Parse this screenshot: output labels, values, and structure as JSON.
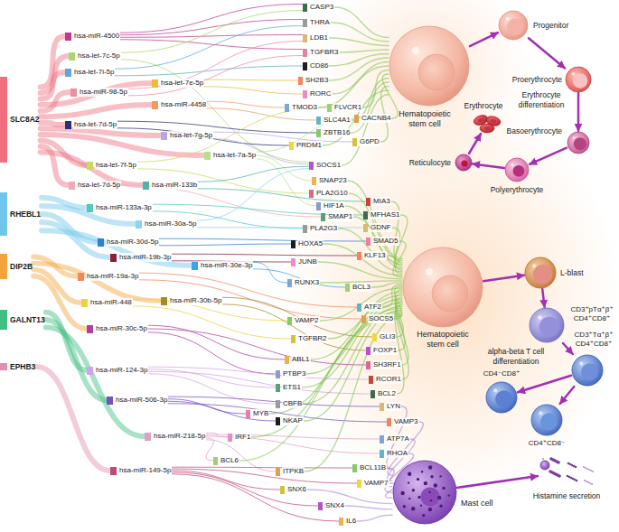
{
  "diagram": {
    "nodes": [
      {
        "text": [
          "SLC8A2"
        ]
      },
      {
        "text": [
          "RHEBL1"
        ]
      },
      {
        "text": [
          "DIP2B"
        ]
      },
      {
        "text": [
          "GALNT13"
        ]
      },
      {
        "text": [
          "EPHB3"
        ]
      },
      {
        "text": [
          "hsa-miR-4500"
        ]
      },
      {
        "text": [
          "hsa-let-7c-5p"
        ]
      },
      {
        "text": [
          "hsa-let-7i-5p"
        ]
      },
      {
        "text": [
          "hsa-miR-98-5p"
        ]
      },
      {
        "text": [
          "hsa-let-7e-5p"
        ]
      },
      {
        "text": [
          "hsa-miR-4458"
        ]
      },
      {
        "text": [
          "hsa-let-7d-5p"
        ]
      },
      {
        "text": [
          "hsa-let-7g-5p"
        ]
      },
      {
        "text": [
          "hsa-let-7a-5p"
        ]
      },
      {
        "text": [
          "hsa-let-7f-5p"
        ]
      },
      {
        "text": [
          "hsa-let-7d-5p"
        ]
      },
      {
        "text": [
          "hsa-miR-133b"
        ]
      },
      {
        "text": [
          "hsa-miR-133a-3p"
        ]
      },
      {
        "text": [
          "hsa-miR-30a-5p"
        ]
      },
      {
        "text": [
          "hsa-miR-30d-5p"
        ]
      },
      {
        "text": [
          "hsa-miR-19b-3p"
        ]
      },
      {
        "text": [
          "hsa-miR-30e-3p"
        ]
      },
      {
        "text": [
          "hsa-miR-19a-3p"
        ]
      },
      {
        "text": [
          "hsa-miR-448"
        ]
      },
      {
        "text": [
          "hsa-miR-30b-5p"
        ]
      },
      {
        "text": [
          "hsa-miR-30c-5p"
        ]
      },
      {
        "text": [
          "hsa-miR-124-3p"
        ]
      },
      {
        "text": [
          "hsa-miR-506-3p"
        ]
      },
      {
        "text": [
          "hsa-miR-218-5p"
        ]
      },
      {
        "text": [
          "hsa-miR-149-5p"
        ]
      },
      {
        "text": [
          "CASP3"
        ]
      },
      {
        "text": [
          "THRA"
        ]
      },
      {
        "text": [
          "LDB1"
        ]
      },
      {
        "text": [
          "TGFBR3"
        ]
      },
      {
        "text": [
          "CD86"
        ]
      },
      {
        "text": [
          "SH2B3"
        ]
      },
      {
        "text": [
          "RORC"
        ]
      },
      {
        "text": [
          "TMOD3"
        ]
      },
      {
        "text": [
          "FLVCR1"
        ]
      },
      {
        "text": [
          "SLC4A1"
        ]
      },
      {
        "text": [
          "CACNB4"
        ]
      },
      {
        "text": [
          "ZBTB16"
        ]
      },
      {
        "text": [
          "G6PD"
        ]
      },
      {
        "text": [
          "PRDM1"
        ]
      },
      {
        "text": [
          "SOCS1"
        ]
      },
      {
        "text": [
          "SNAP23"
        ]
      },
      {
        "text": [
          "PLA2G10"
        ]
      },
      {
        "text": [
          "HIF1A"
        ]
      },
      {
        "text": [
          "MIA3"
        ]
      },
      {
        "text": [
          "SMAP1"
        ]
      },
      {
        "text": [
          "MFHAS1"
        ]
      },
      {
        "text": [
          "PLA2G3"
        ]
      },
      {
        "text": [
          "GDNF"
        ]
      },
      {
        "text": [
          "SMAD5"
        ]
      },
      {
        "text": [
          "HOXA5"
        ]
      },
      {
        "text": [
          "KLF13"
        ]
      },
      {
        "text": [
          "JUNB"
        ]
      },
      {
        "text": [
          "RUNX3"
        ]
      },
      {
        "text": [
          "BCL3"
        ]
      },
      {
        "text": [
          "ATF2"
        ]
      },
      {
        "text": [
          "SOCS5"
        ]
      },
      {
        "text": [
          "VAMP2"
        ]
      },
      {
        "text": [
          "TGFBR2"
        ]
      },
      {
        "text": [
          "GLI3"
        ]
      },
      {
        "text": [
          "FOXP1"
        ]
      },
      {
        "text": [
          "ABL1"
        ]
      },
      {
        "text": [
          "SH3RF1"
        ]
      },
      {
        "text": [
          "PTBP3"
        ]
      },
      {
        "text": [
          "RCOR1"
        ]
      },
      {
        "text": [
          "ETS1"
        ]
      },
      {
        "text": [
          "BCL2"
        ]
      },
      {
        "text": [
          "CBFB"
        ]
      },
      {
        "text": [
          "LYN"
        ]
      },
      {
        "text": [
          "MYB"
        ]
      },
      {
        "text": [
          "NKAP"
        ]
      },
      {
        "text": [
          "VAMP3"
        ]
      },
      {
        "text": [
          "IRF1"
        ]
      },
      {
        "text": [
          "ATP7A"
        ]
      },
      {
        "text": [
          "BCL6"
        ]
      },
      {
        "text": [
          "RHOA"
        ]
      },
      {
        "text": [
          "ITPKB"
        ]
      },
      {
        "text": [
          "BCL11B"
        ]
      },
      {
        "text": [
          "SNX6"
        ]
      },
      {
        "text": [
          "VAMP7"
        ]
      },
      {
        "text": [
          "SNX4"
        ]
      },
      {
        "text": [
          "IL6"
        ]
      },
      {
        "text": [
          "Hematopoietic stem cell"
        ]
      },
      {
        "text": [
          "Progenitor"
        ]
      },
      {
        "text": [
          "Proerythrocyte"
        ]
      },
      {
        "text": [
          "Basoerythrocyte"
        ]
      },
      {
        "text": [
          "Polyerythrocyte"
        ]
      },
      {
        "text": [
          "Reticulocyte"
        ]
      },
      {
        "text": [
          "Erythrocyte"
        ]
      },
      {
        "text": [
          "Hematopoietic stem cell"
        ]
      },
      {
        "text": [
          "L-blast"
        ]
      },
      {
        "text": [
          "CD3⁺pTα⁺β⁺ CD4⁺CD8⁺"
        ]
      },
      {
        "text": [
          "CD3⁺Tα⁺β⁺ CD4⁺CD8⁺"
        ]
      },
      {
        "text": [
          "CD4⁻CD8⁺"
        ]
      },
      {
        "text": [
          "CD4⁺CD8⁻"
        ]
      },
      {
        "text": [
          "Mast cell"
        ]
      },
      {
        "text": [
          "Histamine secretion"
        ]
      }
    ],
    "edges": [
      {
        "from": 0,
        "to": 5,
        "arrow": "none"
      },
      {
        "from": 0,
        "to": 6,
        "arrow": "none"
      },
      {
        "from": 0,
        "to": 7,
        "arrow": "none"
      },
      {
        "from": 0,
        "to": 8,
        "arrow": "none"
      },
      {
        "from": 0,
        "to": 9,
        "arrow": "none"
      },
      {
        "from": 0,
        "to": 10,
        "arrow": "none"
      },
      {
        "from": 0,
        "to": 11,
        "arrow": "none"
      },
      {
        "from": 0,
        "to": 12,
        "arrow": "none"
      },
      {
        "from": 0,
        "to": 13,
        "arrow": "none"
      },
      {
        "from": 0,
        "to": 14,
        "arrow": "none"
      },
      {
        "from": 0,
        "to": 15,
        "arrow": "none"
      },
      {
        "from": 0,
        "to": 16,
        "arrow": "none"
      },
      {
        "from": 1,
        "to": 17,
        "arrow": "none"
      },
      {
        "from": 1,
        "to": 18,
        "arrow": "none"
      },
      {
        "from": 1,
        "to": 19,
        "arrow": "none"
      },
      {
        "from": 1,
        "to": 20,
        "arrow": "none"
      },
      {
        "from": 1,
        "to": 21,
        "arrow": "none"
      },
      {
        "from": 2,
        "to": 22,
        "arrow": "none"
      },
      {
        "from": 2,
        "to": 23,
        "arrow": "none"
      },
      {
        "from": 2,
        "to": 24,
        "arrow": "none"
      },
      {
        "from": 2,
        "to": 25,
        "arrow": "none"
      },
      {
        "from": 3,
        "to": 26,
        "arrow": "none"
      },
      {
        "from": 3,
        "to": 27,
        "arrow": "none"
      },
      {
        "from": 3,
        "to": 28,
        "arrow": "none"
      },
      {
        "from": 4,
        "to": 29,
        "arrow": "none"
      },
      {
        "from": 5,
        "to": 30,
        "arrow": "none"
      },
      {
        "from": 5,
        "to": 31,
        "arrow": "none"
      },
      {
        "from": 5,
        "to": 32,
        "arrow": "none"
      },
      {
        "from": 5,
        "to": 33,
        "arrow": "none"
      },
      {
        "from": 6,
        "to": 30,
        "arrow": "none"
      },
      {
        "from": 6,
        "to": 44,
        "arrow": "none"
      },
      {
        "from": 7,
        "to": 31,
        "arrow": "none"
      },
      {
        "from": 7,
        "to": 34,
        "arrow": "none"
      },
      {
        "from": 8,
        "to": 32,
        "arrow": "none"
      },
      {
        "from": 8,
        "to": 33,
        "arrow": "none"
      },
      {
        "from": 9,
        "to": 35,
        "arrow": "none"
      },
      {
        "from": 9,
        "to": 36,
        "arrow": "none"
      },
      {
        "from": 10,
        "to": 37,
        "arrow": "none"
      },
      {
        "from": 10,
        "to": 39,
        "arrow": "none"
      },
      {
        "from": 11,
        "to": 41,
        "arrow": "none"
      },
      {
        "from": 11,
        "to": 43,
        "arrow": "none"
      },
      {
        "from": 12,
        "to": 42,
        "arrow": "none"
      },
      {
        "from": 12,
        "to": 44,
        "arrow": "none"
      },
      {
        "from": 13,
        "to": 45,
        "arrow": "none"
      },
      {
        "from": 13,
        "to": 47,
        "arrow": "none"
      },
      {
        "from": 13,
        "to": 40,
        "arrow": "none"
      },
      {
        "from": 14,
        "to": 46,
        "arrow": "none"
      },
      {
        "from": 14,
        "to": 38,
        "arrow": "none"
      },
      {
        "from": 15,
        "to": 49,
        "arrow": "none"
      },
      {
        "from": 16,
        "to": 48,
        "arrow": "none"
      },
      {
        "from": 16,
        "to": 44,
        "arrow": "none"
      },
      {
        "from": 17,
        "to": 50,
        "arrow": "none"
      },
      {
        "from": 17,
        "to": 51,
        "arrow": "none"
      },
      {
        "from": 18,
        "to": 52,
        "arrow": "none"
      },
      {
        "from": 18,
        "to": 44,
        "arrow": "none"
      },
      {
        "from": 19,
        "to": 53,
        "arrow": "none"
      },
      {
        "from": 19,
        "to": 54,
        "arrow": "none"
      },
      {
        "from": 20,
        "to": 55,
        "arrow": "none"
      },
      {
        "from": 20,
        "to": 56,
        "arrow": "none"
      },
      {
        "from": 21,
        "to": 57,
        "arrow": "none"
      },
      {
        "from": 21,
        "to": 58,
        "arrow": "none"
      },
      {
        "from": 22,
        "to": 59,
        "arrow": "none"
      },
      {
        "from": 22,
        "to": 60,
        "arrow": "none"
      },
      {
        "from": 23,
        "to": 61,
        "arrow": "none"
      },
      {
        "from": 23,
        "to": 62,
        "arrow": "none"
      },
      {
        "from": 24,
        "to": 63,
        "arrow": "none"
      },
      {
        "from": 24,
        "to": 64,
        "arrow": "none"
      },
      {
        "from": 25,
        "to": 65,
        "arrow": "none"
      },
      {
        "from": 25,
        "to": 66,
        "arrow": "none"
      },
      {
        "from": 25,
        "to": 67,
        "arrow": "none"
      },
      {
        "from": 26,
        "to": 68,
        "arrow": "none"
      },
      {
        "from": 26,
        "to": 69,
        "arrow": "none"
      },
      {
        "from": 26,
        "to": 70,
        "arrow": "none"
      },
      {
        "from": 26,
        "to": 71,
        "arrow": "none"
      },
      {
        "from": 27,
        "to": 72,
        "arrow": "none"
      },
      {
        "from": 27,
        "to": 73,
        "arrow": "none"
      },
      {
        "from": 27,
        "to": 74,
        "arrow": "none"
      },
      {
        "from": 27,
        "to": 75,
        "arrow": "none"
      },
      {
        "from": 28,
        "to": 76,
        "arrow": "none"
      },
      {
        "from": 28,
        "to": 77,
        "arrow": "none"
      },
      {
        "from": 28,
        "to": 78,
        "arrow": "none"
      },
      {
        "from": 28,
        "to": 79,
        "arrow": "none"
      },
      {
        "from": 28,
        "to": 80,
        "arrow": "none"
      },
      {
        "from": 29,
        "to": 81,
        "arrow": "none"
      },
      {
        "from": 29,
        "to": 82,
        "arrow": "none"
      },
      {
        "from": 29,
        "to": 83,
        "arrow": "none"
      },
      {
        "from": 29,
        "to": 84,
        "arrow": "none"
      },
      {
        "from": 29,
        "to": 85,
        "arrow": "none"
      },
      {
        "from": 30,
        "to": 86,
        "arrow": "none"
      },
      {
        "from": 31,
        "to": 86,
        "arrow": "none"
      },
      {
        "from": 32,
        "to": 86,
        "arrow": "none"
      },
      {
        "from": 33,
        "to": 86,
        "arrow": "none"
      },
      {
        "from": 34,
        "to": 86,
        "arrow": "none"
      },
      {
        "from": 35,
        "to": 86,
        "arrow": "none"
      },
      {
        "from": 36,
        "to": 86,
        "arrow": "none"
      },
      {
        "from": 37,
        "to": 86,
        "arrow": "none"
      },
      {
        "from": 38,
        "to": 86,
        "arrow": "none"
      },
      {
        "from": 39,
        "to": 86,
        "arrow": "none"
      },
      {
        "from": 40,
        "to": 86,
        "arrow": "none"
      },
      {
        "from": 41,
        "to": 86,
        "arrow": "none"
      },
      {
        "from": 42,
        "to": 86,
        "arrow": "none"
      },
      {
        "from": 43,
        "to": 86,
        "arrow": "none"
      },
      {
        "from": 44,
        "to": 86,
        "arrow": "none"
      },
      {
        "from": 45,
        "to": 93,
        "arrow": "none"
      },
      {
        "from": 46,
        "to": 93,
        "arrow": "none"
      },
      {
        "from": 47,
        "to": 93,
        "arrow": "none"
      },
      {
        "from": 48,
        "to": 93,
        "arrow": "none"
      },
      {
        "from": 49,
        "to": 93,
        "arrow": "none"
      },
      {
        "from": 50,
        "to": 93,
        "arrow": "none"
      },
      {
        "from": 51,
        "to": 93,
        "arrow": "none"
      },
      {
        "from": 52,
        "to": 93,
        "arrow": "none"
      },
      {
        "from": 53,
        "to": 93,
        "arrow": "none"
      },
      {
        "from": 54,
        "to": 93,
        "arrow": "none"
      },
      {
        "from": 55,
        "to": 93,
        "arrow": "none"
      },
      {
        "from": 56,
        "to": 93,
        "arrow": "none"
      },
      {
        "from": 57,
        "to": 93,
        "arrow": "none"
      },
      {
        "from": 58,
        "to": 93,
        "arrow": "none"
      },
      {
        "from": 59,
        "to": 93,
        "arrow": "none"
      },
      {
        "from": 60,
        "to": 93,
        "arrow": "none"
      },
      {
        "from": 61,
        "to": 93,
        "arrow": "none"
      },
      {
        "from": 62,
        "to": 93,
        "arrow": "none"
      },
      {
        "from": 63,
        "to": 93,
        "arrow": "none"
      },
      {
        "from": 64,
        "to": 93,
        "arrow": "none"
      },
      {
        "from": 65,
        "to": 93,
        "arrow": "none"
      },
      {
        "from": 66,
        "to": 93,
        "arrow": "none"
      },
      {
        "from": 67,
        "to": 93,
        "arrow": "none"
      },
      {
        "from": 68,
        "to": 93,
        "arrow": "none"
      },
      {
        "from": 69,
        "to": 93,
        "arrow": "none"
      },
      {
        "from": 70,
        "to": 93,
        "arrow": "none"
      },
      {
        "from": 71,
        "to": 93,
        "arrow": "none"
      },
      {
        "from": 72,
        "to": 99,
        "arrow": "none"
      },
      {
        "from": 73,
        "to": 93,
        "arrow": "none"
      },
      {
        "from": 74,
        "to": 93,
        "arrow": "none"
      },
      {
        "from": 75,
        "to": 99,
        "arrow": "none"
      },
      {
        "from": 76,
        "to": 93,
        "arrow": "none"
      },
      {
        "from": 77,
        "to": 99,
        "arrow": "none"
      },
      {
        "from": 78,
        "to": 93,
        "arrow": "none"
      },
      {
        "from": 79,
        "to": 99,
        "arrow": "none"
      },
      {
        "from": 80,
        "to": 93,
        "arrow": "none"
      },
      {
        "from": 81,
        "to": 99,
        "arrow": "none"
      },
      {
        "from": 82,
        "to": 99,
        "arrow": "none"
      },
      {
        "from": 83,
        "to": 99,
        "arrow": "none"
      },
      {
        "from": 84,
        "to": 99,
        "arrow": "none"
      },
      {
        "from": 85,
        "to": 99,
        "arrow": "none"
      },
      {
        "from": 86,
        "to": 87,
        "arrow": "to"
      },
      {
        "from": 87,
        "to": 88,
        "arrow": "to"
      },
      {
        "from": 88,
        "to": 89,
        "arrow": "to"
      },
      {
        "from": 89,
        "to": 90,
        "arrow": "to"
      },
      {
        "from": 90,
        "to": 91,
        "arrow": "to"
      },
      {
        "from": 91,
        "to": 92,
        "arrow": "to"
      },
      {
        "from": 93,
        "to": 94,
        "arrow": "to"
      },
      {
        "from": 94,
        "to": 95,
        "arrow": "to"
      },
      {
        "from": 95,
        "to": 96,
        "arrow": "to"
      },
      {
        "from": 96,
        "to": 97,
        "arrow": "to"
      },
      {
        "from": 96,
        "to": 98,
        "arrow": "to"
      },
      {
        "from": 99,
        "to": 100,
        "arrow": "to"
      }
    ],
    "labels": [
      "Erythrocyte differentiation",
      "alpha-beta T cell differentiation"
    ]
  }
}
